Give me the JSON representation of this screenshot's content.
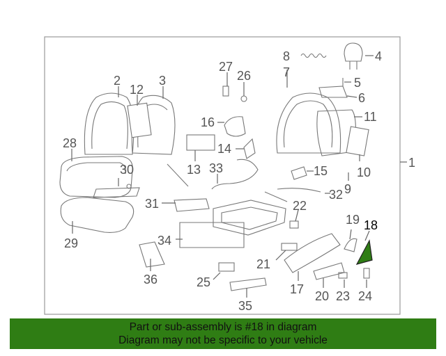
{
  "diagram": {
    "labels": [
      {
        "id": "1",
        "text": "1"
      },
      {
        "id": "2",
        "text": "2"
      },
      {
        "id": "3",
        "text": "3"
      },
      {
        "id": "4",
        "text": "4"
      },
      {
        "id": "5",
        "text": "5"
      },
      {
        "id": "6",
        "text": "6"
      },
      {
        "id": "7",
        "text": "7"
      },
      {
        "id": "8",
        "text": "8"
      },
      {
        "id": "9",
        "text": "9"
      },
      {
        "id": "10",
        "text": "10"
      },
      {
        "id": "11",
        "text": "11"
      },
      {
        "id": "12",
        "text": "12"
      },
      {
        "id": "13",
        "text": "13"
      },
      {
        "id": "14",
        "text": "14"
      },
      {
        "id": "15",
        "text": "15"
      },
      {
        "id": "16",
        "text": "16"
      },
      {
        "id": "17",
        "text": "17"
      },
      {
        "id": "18",
        "text": "18"
      },
      {
        "id": "19",
        "text": "19"
      },
      {
        "id": "20",
        "text": "20"
      },
      {
        "id": "21",
        "text": "21"
      },
      {
        "id": "22",
        "text": "22"
      },
      {
        "id": "23",
        "text": "23"
      },
      {
        "id": "24",
        "text": "24"
      },
      {
        "id": "25",
        "text": "25"
      },
      {
        "id": "26",
        "text": "26"
      },
      {
        "id": "27",
        "text": "27"
      },
      {
        "id": "28",
        "text": "28"
      },
      {
        "id": "29",
        "text": "29"
      },
      {
        "id": "30",
        "text": "30"
      },
      {
        "id": "31",
        "text": "31"
      },
      {
        "id": "32",
        "text": "32"
      },
      {
        "id": "33",
        "text": "33"
      },
      {
        "id": "34",
        "text": "34"
      },
      {
        "id": "35",
        "text": "35"
      },
      {
        "id": "36",
        "text": "36"
      }
    ],
    "highlighted_part": "18",
    "highlight_color": "#2f7d14"
  },
  "banner": {
    "line1": "Part or sub-assembly is #18 in diagram",
    "line2": "Diagram may not be specific to your vehicle",
    "background": "#2f7d14"
  }
}
